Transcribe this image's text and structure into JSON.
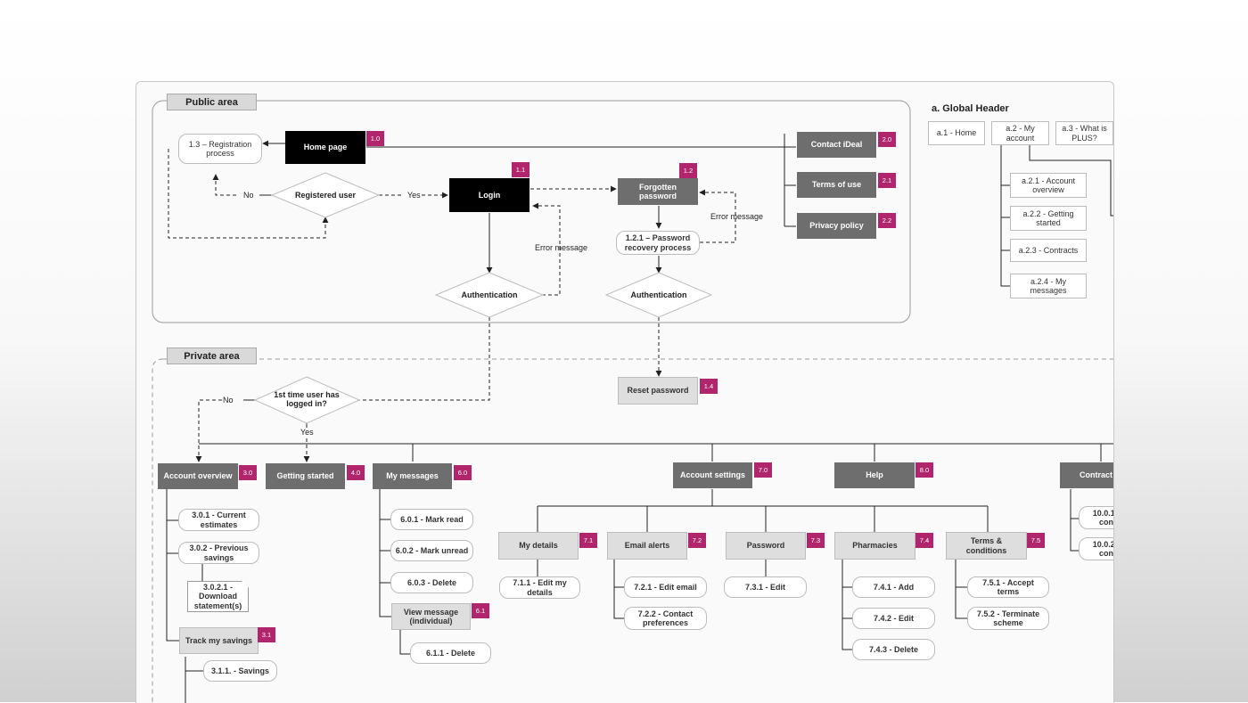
{
  "areas": {
    "public": "Public area",
    "private": "Private area"
  },
  "public": {
    "home": {
      "label": "Home page",
      "badge": "1.0"
    },
    "registration": {
      "label": "1.3 – Registration process"
    },
    "registered_user": {
      "label": "Registered user"
    },
    "login": {
      "label": "Login",
      "badge": "1.1"
    },
    "forgotten": {
      "label": "Forgotten password",
      "badge": "1.2"
    },
    "recovery": {
      "label": "1.2.1 – Password recovery process"
    },
    "auth_left": {
      "label": "Authentication"
    },
    "auth_right": {
      "label": "Authentication"
    },
    "contact": {
      "label": "Contact iDeal",
      "badge": "2.0"
    },
    "terms_use": {
      "label": "Terms of use",
      "badge": "2.1"
    },
    "privacy": {
      "label": "Privacy policy",
      "badge": "2.2"
    },
    "no": "No",
    "yes": "Yes",
    "error1": "Error message",
    "error2": "Error message"
  },
  "global_header": {
    "title": "a. Global Header",
    "home": "a.1 - Home",
    "account": "a.2 - My account",
    "plus": "a.3 - What is PLUS?",
    "children": [
      "a.2.1 - Account overview",
      "a.2.2 - Getting started",
      "a.2.3 - Contracts",
      "a.2.4 - My messages"
    ]
  },
  "private": {
    "first_time": {
      "label": "1st time user has logged in?"
    },
    "no": "No",
    "yes": "Yes",
    "reset": {
      "label": "Reset password",
      "badge": "1.4"
    },
    "account_overview": {
      "label": "Account overview",
      "badge": "3.0"
    },
    "current_estimates": "3.0.1 - Current estimates",
    "previous_savings": "3.0.2 - Previous savings",
    "download": "3.0.2.1 - Download statement(s)",
    "track": {
      "label": "Track my savings",
      "badge": "3.1"
    },
    "savings": "3.1.1. - Savings",
    "getting_started": {
      "label": "Getting started",
      "badge": "4.0"
    },
    "my_messages": {
      "label": "My messages",
      "badge": "6.0"
    },
    "mark_read": "6.0.1 - Mark read",
    "mark_unread": "6.0.2 - Mark unread",
    "delete_msg": "6.0.3 - Delete",
    "view_message": {
      "label": "View message (individual)",
      "badge": "6.1"
    },
    "delete_individual": "6.1.1 - Delete",
    "account_settings": {
      "label": "Account settings",
      "badge": "7.0"
    },
    "my_details": {
      "label": "My details",
      "badge": "7.1"
    },
    "edit_details": "7.1.1 - Edit my details",
    "email_alerts": {
      "label": "Email alerts",
      "badge": "7.2"
    },
    "edit_email": "7.2.1 - Edit email",
    "contact_prefs": "7.2.2 - Contact preferences",
    "password": {
      "label": "Password",
      "badge": "7.3"
    },
    "edit_password": "7.3.1 - Edit",
    "pharmacies": {
      "label": "Pharmacies",
      "badge": "7.4"
    },
    "add": "7.4.1 - Add",
    "edit": "7.4.2 - Edit",
    "delete_pharm": "7.4.3 - Delete",
    "terms_conditions": {
      "label": "Terms & conditions",
      "badge": "7.5"
    },
    "accept_terms": "7.5.1 - Accept terms",
    "terminate": "7.5.2 - Terminate scheme",
    "help": {
      "label": "Help",
      "badge": "8.0"
    },
    "contracts": {
      "label": "Contract"
    },
    "contracts_child1": "10.0.1 - con",
    "contracts_child2": "10.0.2 - con"
  }
}
